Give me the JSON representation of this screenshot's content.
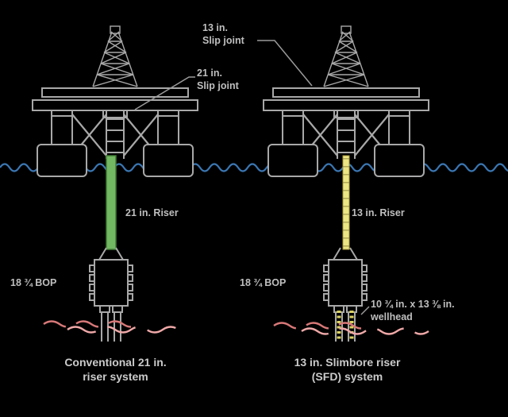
{
  "diagram": {
    "annotations": {
      "slip_joint_13": {
        "line1": "13 in.",
        "line2": "Slip joint"
      },
      "slip_joint_21": {
        "line1": "21 in.",
        "line2": "Slip joint"
      },
      "riser_21": "21 in. Riser",
      "riser_13": "13 in. Riser",
      "bop_left": "18 ¾ BOP",
      "bop_right": "18 ¾ BOP",
      "wellhead": {
        "line1": "10 ¾ in. x 13 ⅜ in.",
        "line2": "wellhead"
      },
      "caption_left": {
        "line1": "Conventional 21 in.",
        "line2": "riser system"
      },
      "caption_right": {
        "line1": "13 in. Slimbore riser",
        "line2": "(SFD) system"
      }
    },
    "colors": {
      "background": "#000000",
      "line_art": "#a8a8a8",
      "water": "#3b77b3",
      "riser_21": "#72b862",
      "riser_13": "#ece584",
      "casing": "#ddd45f",
      "seafloor": "#d87878",
      "seafloor_light": "#f0a8a8",
      "text": "#bfbfbf"
    }
  }
}
